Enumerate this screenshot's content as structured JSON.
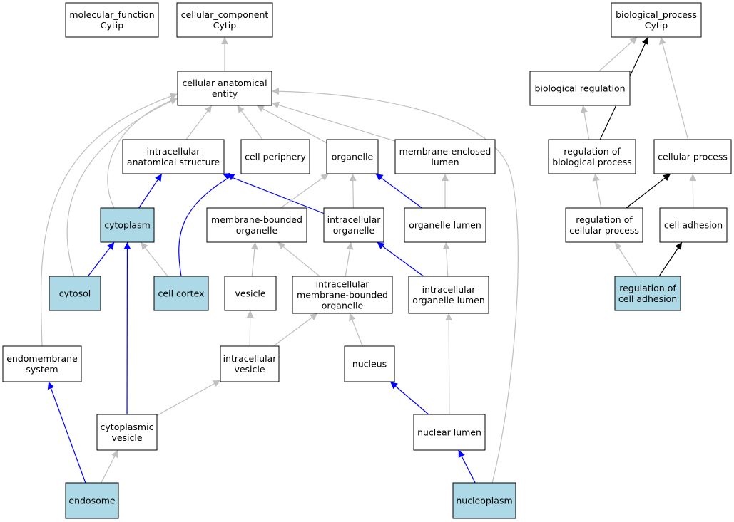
{
  "colors": {
    "highlight_fill": "#add8e6",
    "node_fill": "#ffffff",
    "edge_gray": "#c0c0c0",
    "edge_blue": "#0000ff",
    "edge_black": "#000000"
  },
  "nodes": [
    {
      "id": "molecular_function",
      "lines": [
        "molecular_function",
        "Cytip"
      ],
      "highlighted": false
    },
    {
      "id": "cellular_component",
      "lines": [
        "cellular_component",
        "Cytip"
      ],
      "highlighted": false
    },
    {
      "id": "biological_process",
      "lines": [
        "biological_process",
        "Cytip"
      ],
      "highlighted": false
    },
    {
      "id": "cellular_anatomical_entity",
      "lines": [
        "cellular anatomical",
        "entity"
      ],
      "highlighted": false
    },
    {
      "id": "biological_regulation",
      "lines": [
        "biological regulation"
      ],
      "highlighted": false
    },
    {
      "id": "intracellular_anatomical_structure",
      "lines": [
        "intracellular",
        "anatomical structure"
      ],
      "highlighted": false
    },
    {
      "id": "cell_periphery",
      "lines": [
        "cell periphery"
      ],
      "highlighted": false
    },
    {
      "id": "organelle",
      "lines": [
        "organelle"
      ],
      "highlighted": false
    },
    {
      "id": "membrane_enclosed_lumen",
      "lines": [
        "membrane-enclosed",
        "lumen"
      ],
      "highlighted": false
    },
    {
      "id": "regulation_of_biological_process",
      "lines": [
        "regulation of",
        "biological process"
      ],
      "highlighted": false
    },
    {
      "id": "cellular_process",
      "lines": [
        "cellular process"
      ],
      "highlighted": false
    },
    {
      "id": "cytoplasm",
      "lines": [
        "cytoplasm"
      ],
      "highlighted": true
    },
    {
      "id": "membrane_bounded_organelle",
      "lines": [
        "membrane-bounded",
        "organelle"
      ],
      "highlighted": false
    },
    {
      "id": "intracellular_organelle",
      "lines": [
        "intracellular",
        "organelle"
      ],
      "highlighted": false
    },
    {
      "id": "organelle_lumen",
      "lines": [
        "organelle lumen"
      ],
      "highlighted": false
    },
    {
      "id": "regulation_of_cellular_process",
      "lines": [
        "regulation of",
        "cellular process"
      ],
      "highlighted": false
    },
    {
      "id": "cell_adhesion",
      "lines": [
        "cell adhesion"
      ],
      "highlighted": false
    },
    {
      "id": "cytosol",
      "lines": [
        "cytosol"
      ],
      "highlighted": true
    },
    {
      "id": "cell_cortex",
      "lines": [
        "cell cortex"
      ],
      "highlighted": true
    },
    {
      "id": "vesicle",
      "lines": [
        "vesicle"
      ],
      "highlighted": false
    },
    {
      "id": "intracellular_membrane_bounded_organelle",
      "lines": [
        "intracellular",
        "membrane-bounded",
        "organelle"
      ],
      "highlighted": false
    },
    {
      "id": "intracellular_organelle_lumen",
      "lines": [
        "intracellular",
        "organelle lumen"
      ],
      "highlighted": false
    },
    {
      "id": "regulation_of_cell_adhesion",
      "lines": [
        "regulation of",
        "cell adhesion"
      ],
      "highlighted": true
    },
    {
      "id": "endomembrane_system",
      "lines": [
        "endomembrane",
        "system"
      ],
      "highlighted": false
    },
    {
      "id": "intracellular_vesicle",
      "lines": [
        "intracellular",
        "vesicle"
      ],
      "highlighted": false
    },
    {
      "id": "nucleus",
      "lines": [
        "nucleus"
      ],
      "highlighted": false
    },
    {
      "id": "cytoplasmic_vesicle",
      "lines": [
        "cytoplasmic",
        "vesicle"
      ],
      "highlighted": false
    },
    {
      "id": "nuclear_lumen",
      "lines": [
        "nuclear lumen"
      ],
      "highlighted": false
    },
    {
      "id": "endosome",
      "lines": [
        "endosome"
      ],
      "highlighted": true
    },
    {
      "id": "nucleoplasm",
      "lines": [
        "nucleoplasm"
      ],
      "highlighted": true
    }
  ],
  "edges": [
    {
      "from": "cellular_anatomical_entity",
      "to": "cellular_component",
      "color": "gray"
    },
    {
      "from": "biological_regulation",
      "to": "biological_process",
      "color": "gray"
    },
    {
      "from": "regulation_of_biological_process",
      "to": "biological_process",
      "color": "black"
    },
    {
      "from": "cellular_process",
      "to": "biological_process",
      "color": "gray"
    },
    {
      "from": "regulation_of_biological_process",
      "to": "biological_regulation",
      "color": "gray"
    },
    {
      "from": "intracellular_anatomical_structure",
      "to": "cellular_anatomical_entity",
      "color": "gray"
    },
    {
      "from": "cell_periphery",
      "to": "cellular_anatomical_entity",
      "color": "gray"
    },
    {
      "from": "organelle",
      "to": "cellular_anatomical_entity",
      "color": "gray"
    },
    {
      "from": "membrane_enclosed_lumen",
      "to": "cellular_anatomical_entity",
      "color": "gray"
    },
    {
      "from": "cytoplasm",
      "to": "cellular_anatomical_entity",
      "color": "gray"
    },
    {
      "from": "cytosol",
      "to": "cellular_anatomical_entity",
      "color": "gray"
    },
    {
      "from": "endomembrane_system",
      "to": "cellular_anatomical_entity",
      "color": "gray"
    },
    {
      "from": "nucleoplasm",
      "to": "cellular_anatomical_entity",
      "color": "gray"
    },
    {
      "from": "cytoplasm",
      "to": "intracellular_anatomical_structure",
      "color": "blue"
    },
    {
      "from": "intracellular_organelle",
      "to": "intracellular_anatomical_structure",
      "color": "blue"
    },
    {
      "from": "cell_cortex",
      "to": "cell_periphery",
      "color": "blue"
    },
    {
      "from": "membrane_bounded_organelle",
      "to": "organelle",
      "color": "gray"
    },
    {
      "from": "intracellular_organelle",
      "to": "organelle",
      "color": "gray"
    },
    {
      "from": "organelle_lumen",
      "to": "organelle",
      "color": "blue"
    },
    {
      "from": "organelle_lumen",
      "to": "membrane_enclosed_lumen",
      "color": "gray"
    },
    {
      "from": "regulation_of_cellular_process",
      "to": "regulation_of_biological_process",
      "color": "gray"
    },
    {
      "from": "regulation_of_cellular_process",
      "to": "cellular_process",
      "color": "black"
    },
    {
      "from": "cell_adhesion",
      "to": "cellular_process",
      "color": "gray"
    },
    {
      "from": "cytosol",
      "to": "cytoplasm",
      "color": "blue"
    },
    {
      "from": "cell_cortex",
      "to": "cytoplasm",
      "color": "gray"
    },
    {
      "from": "cytoplasmic_vesicle",
      "to": "cytoplasm",
      "color": "blue"
    },
    {
      "from": "vesicle",
      "to": "membrane_bounded_organelle",
      "color": "gray"
    },
    {
      "from": "intracellular_membrane_bounded_organelle",
      "to": "membrane_bounded_organelle",
      "color": "gray"
    },
    {
      "from": "intracellular_membrane_bounded_organelle",
      "to": "intracellular_organelle",
      "color": "gray"
    },
    {
      "from": "intracellular_organelle_lumen",
      "to": "intracellular_organelle",
      "color": "blue"
    },
    {
      "from": "intracellular_organelle_lumen",
      "to": "organelle_lumen",
      "color": "gray"
    },
    {
      "from": "regulation_of_cell_adhesion",
      "to": "regulation_of_cellular_process",
      "color": "gray"
    },
    {
      "from": "regulation_of_cell_adhesion",
      "to": "cell_adhesion",
      "color": "black"
    },
    {
      "from": "intracellular_vesicle",
      "to": "vesicle",
      "color": "gray"
    },
    {
      "from": "intracellular_vesicle",
      "to": "intracellular_membrane_bounded_organelle",
      "color": "gray"
    },
    {
      "from": "nucleus",
      "to": "intracellular_membrane_bounded_organelle",
      "color": "gray"
    },
    {
      "from": "nuclear_lumen",
      "to": "intracellular_organelle_lumen",
      "color": "gray"
    },
    {
      "from": "cytoplasmic_vesicle",
      "to": "intracellular_vesicle",
      "color": "gray"
    },
    {
      "from": "nuclear_lumen",
      "to": "nucleus",
      "color": "blue"
    },
    {
      "from": "endosome",
      "to": "endomembrane_system",
      "color": "blue"
    },
    {
      "from": "endosome",
      "to": "cytoplasmic_vesicle",
      "color": "gray"
    },
    {
      "from": "nucleoplasm",
      "to": "nuclear_lumen",
      "color": "blue"
    }
  ]
}
